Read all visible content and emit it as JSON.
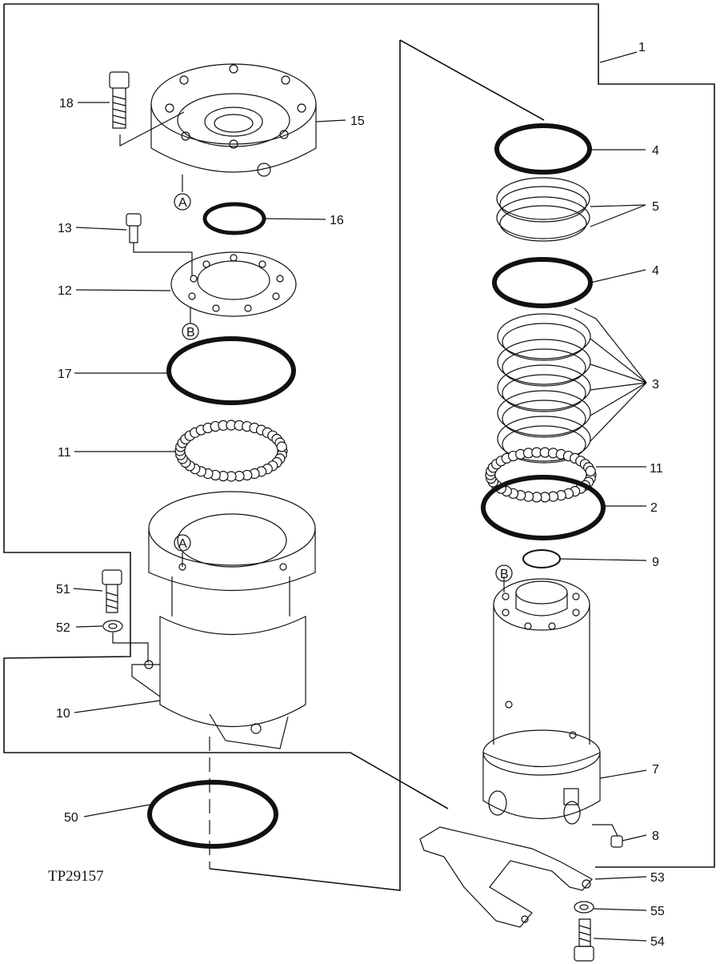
{
  "figure_id": "TP29157",
  "callouts": {
    "c1": "1",
    "c2": "2",
    "c3": "3",
    "c4a": "4",
    "c4b": "4",
    "c5": "5",
    "c7": "7",
    "c8": "8",
    "c9": "9",
    "c10": "10",
    "c11a": "11",
    "c11b": "11",
    "c12": "12",
    "c13": "13",
    "c15": "15",
    "c16": "16",
    "c17": "17",
    "c18": "18",
    "c50": "50",
    "c51": "51",
    "c52": "52",
    "c53": "53",
    "c54": "54",
    "c55": "55"
  },
  "markers": {
    "a1": "A",
    "a2": "A",
    "b1": "B",
    "b2": "B"
  }
}
